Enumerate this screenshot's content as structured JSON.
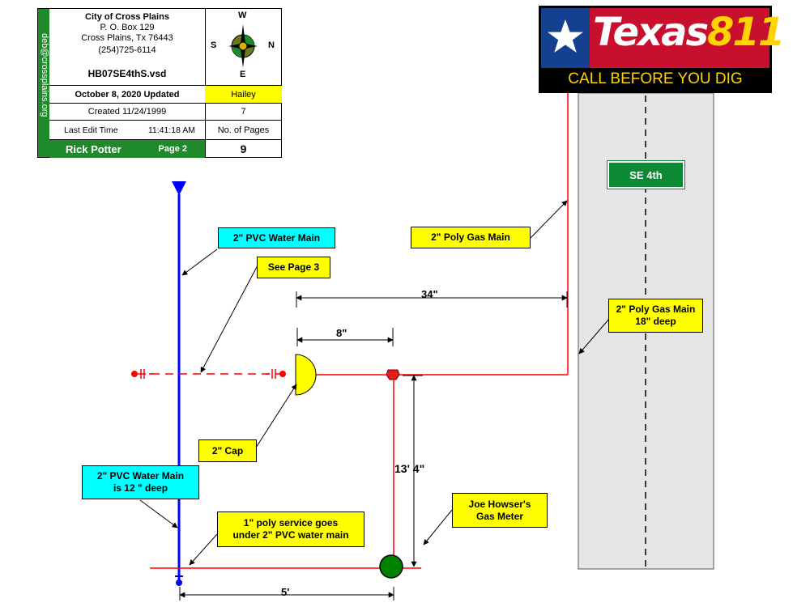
{
  "title_block": {
    "side_email": "deb@crossplains.org",
    "city": "City of Cross Plains",
    "po_box": "P. O. Box 129",
    "city_state": "Cross Plains, Tx  76443",
    "phone": "(254)725-6114",
    "filename": "HB07SE4thS.vsd",
    "updated": "October 8, 2020 Updated",
    "name_right": "Hailey",
    "created": "Created 11/24/1999",
    "created_val": "7",
    "last_edit_label": "Last Edit Time",
    "last_edit_time": "11:41:18 AM",
    "pages_label": "No. of Pages",
    "author": "Rick Potter",
    "page": "Page 2",
    "pages_val": "9"
  },
  "compass": {
    "w": "W",
    "s": "S",
    "n": "N",
    "e": "E"
  },
  "logo": {
    "word": "Texas",
    "num": "811",
    "cta": "CALL BEFORE YOU DIG"
  },
  "street": "SE 4th",
  "labels": {
    "water_main": "2\" PVC Water Main",
    "see_page": "See Page 3",
    "gas_main": "2\" Poly Gas Main",
    "gas_main_deep_1": "2\" Poly Gas Main",
    "gas_main_deep_2": "18\" deep",
    "cap": "2\" Cap",
    "water_deep_1": "2\" PVC Water Main",
    "water_deep_2": "is 12 \" deep",
    "service_1": "1\" poly service goes",
    "service_2": "under 2\" PVC water main",
    "meter_1": "Joe Howser's",
    "meter_2": "Gas Meter"
  },
  "dimensions": {
    "d34": "34\"",
    "d8": "8\"",
    "d13": "13' 4\"",
    "d5": "5'"
  },
  "colors": {
    "water": "#0000ff",
    "gas": "#ff0000",
    "yellow": "#ffff00",
    "cyan": "#00ffff",
    "meter": "#008000"
  }
}
